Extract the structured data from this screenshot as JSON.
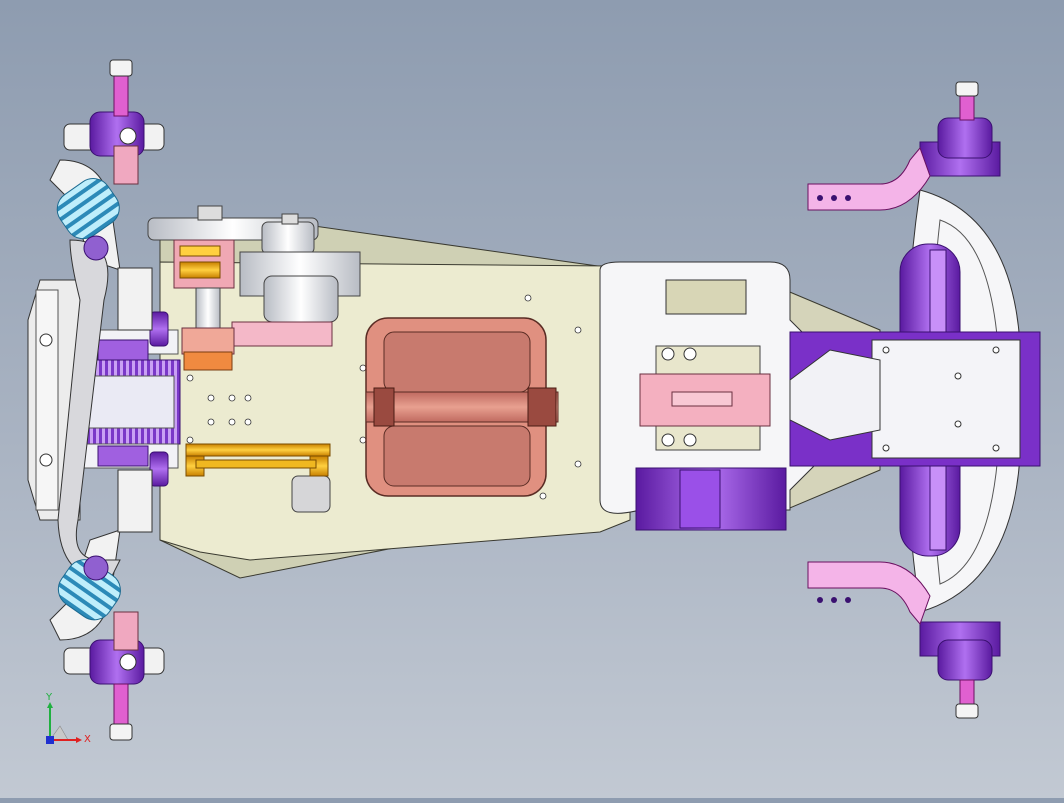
{
  "viewport": {
    "background_top": "#8e9cb0",
    "background_bottom": "#c2c9d3"
  },
  "model": {
    "parts": [
      "chassis-plate",
      "front-suspension",
      "coil-spring",
      "spur-gear",
      "motor-mount",
      "battery-tray",
      "servo",
      "rear-bumper",
      "rear-hub",
      "front-hub",
      "steering-arm",
      "front-bumper"
    ],
    "colors": {
      "chassis": "#e8e6c8",
      "aluminum_purple": "#8a3fd0",
      "pink": "#f0a8c8",
      "salmon": "#d88a80",
      "spring": "#6cc4e0",
      "gold": "#e8a818",
      "white_part": "#f4f4f6"
    }
  },
  "triad": {
    "x_label": "X",
    "y_label": "Y",
    "x_color": "#e02020",
    "y_color": "#20b040",
    "z_color": "#2030d0"
  }
}
